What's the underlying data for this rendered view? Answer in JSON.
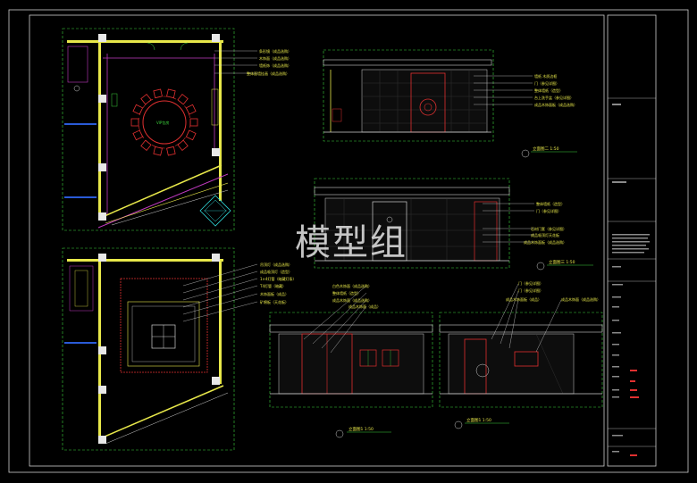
{
  "watermark": "模型组",
  "plan_top": {
    "center_label": "VIP包房",
    "labels": [
      "条形镜（成品选购）",
      "木饰面（成品选购）",
      "墙纸饰（成品选购）",
      "整体面墙挂画（成品选购）"
    ]
  },
  "plan_bottom": {
    "labels": [
      "吊顶灯（成品选购）",
      "成品吸顶灯（造型）",
      "1×4灯管（暗藏灯条）",
      "T4灯管（暗藏）",
      "木饰面板（成品）",
      "矿棉板（天花板）"
    ]
  },
  "elev_a": {
    "labels": [
      "墙纸 木质边框",
      "门（参见详图）",
      "整体墙纸（造型）",
      "台上洗手盆（参见详图）",
      "成品木饰面板（成品选购）"
    ],
    "caption": "立面图二 1:50"
  },
  "elev_b": {
    "labels": [
      "整体墙纸（造型）",
      "门（参见详图）",
      "石材门套（参见详图）",
      "成品吸顶灯天花板",
      "成品木饰面板（成品选购）"
    ],
    "caption": "立面图三 1:50"
  },
  "elev_c": {
    "labels": [
      "白色木饰面（成品选购）",
      "整体墙纸（造型）",
      "成品木饰面（成品选购）",
      "成品木饰面（成品）"
    ],
    "caption": "立面图1 1:50"
  },
  "elev_d": {
    "labels": [
      "门（参见详图）",
      "门（参见详图）",
      "成品木饰面板（成品）",
      "成品木饰面（成品选购）"
    ],
    "caption": "立面图1 1:50"
  },
  "title_block": {
    "rows": [
      "",
      "",
      "",
      "",
      "",
      "",
      "",
      "",
      "",
      "",
      ""
    ],
    "red_marks": [
      "",
      "",
      ""
    ]
  }
}
